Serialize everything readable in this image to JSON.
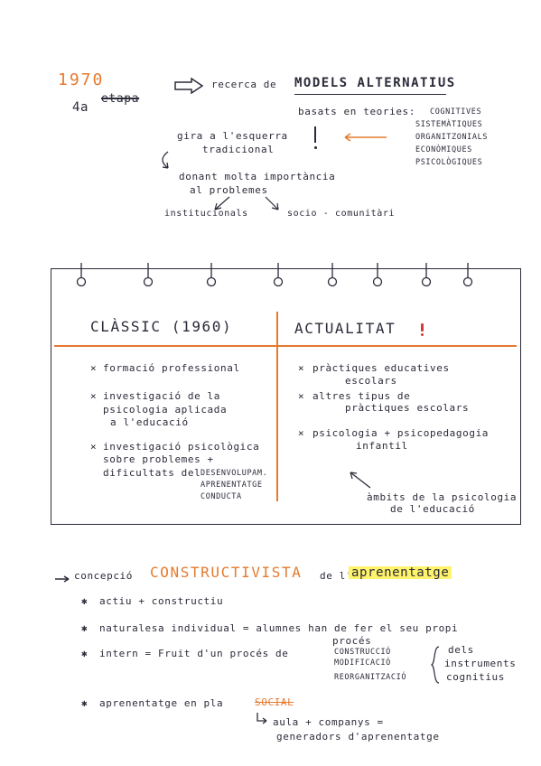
{
  "header": {
    "year": "1970",
    "stage_number": "4a",
    "stage_word": "etapa",
    "search_prefix": "recerca de",
    "search_title": "MODELS ALTERNATIUS",
    "based_on": "basats en teories:",
    "theories": [
      "COGNITIVES",
      "SISTEMÀTIQUES",
      "ORGANITZONIALS",
      "ECONÒMIQUES",
      "PSICOLÒGIQUES"
    ],
    "turn_line1": "gira a l'esquerra",
    "turn_line2": "tradicional",
    "importance_line1": "donant molta importància",
    "importance_line2": "al problemes",
    "branch_left": "institucionals",
    "branch_right": "socio - comunitàri"
  },
  "card": {
    "classic_title": "CLÀSSIC (1960)",
    "current_title": "ACTUALITAT",
    "classic_items": [
      {
        "lines": [
          "formació professional"
        ]
      },
      {
        "lines": [
          "investigació de la",
          "psicologia aplicada",
          "a l'educació"
        ]
      },
      {
        "lines": [
          "investigació psicològica",
          "sobre problemes +",
          "dificultats del"
        ],
        "extra": [
          "DESENVOLUPAM.",
          "APRENENTATGE",
          "CONDUCTA"
        ]
      }
    ],
    "current_items": [
      {
        "lines": [
          "pràctiques educatives",
          "escolars"
        ]
      },
      {
        "lines": [
          "altres tipus de",
          "pràctiques escolars"
        ]
      },
      {
        "lines": [
          "psicologia + psicopedagogia",
          "infantil"
        ]
      }
    ],
    "note_line1": "àmbits de la psicologia",
    "note_line2": "de l'educació"
  },
  "constructivism": {
    "prefix": "concepció",
    "title": "CONSTRUCTIVISTA",
    "of": "de l'",
    "highlight": "aprenentatge",
    "item1": "actiu + constructiu",
    "item2_a": "naturalesa individual = alumnes han de fer el seu propi",
    "item2_b": "procés",
    "item3_a": "intern = Fruit d'un procés de",
    "item3_terms": [
      "CONSTRUCCIÓ",
      "MODIFICACIÓ",
      "REORGANITZACIÓ"
    ],
    "item3_right": [
      "dels",
      "instruments",
      "cognitius"
    ],
    "item4_a": "aprenentatge en pla",
    "item4_social": "SOCIAL",
    "item4_b": "aula + companys =",
    "item4_c": "generadors d'aprenentatge"
  },
  "colors": {
    "ink": "#2b2b3a",
    "accent": "#e67a2e",
    "highlight": "#fff36b"
  }
}
